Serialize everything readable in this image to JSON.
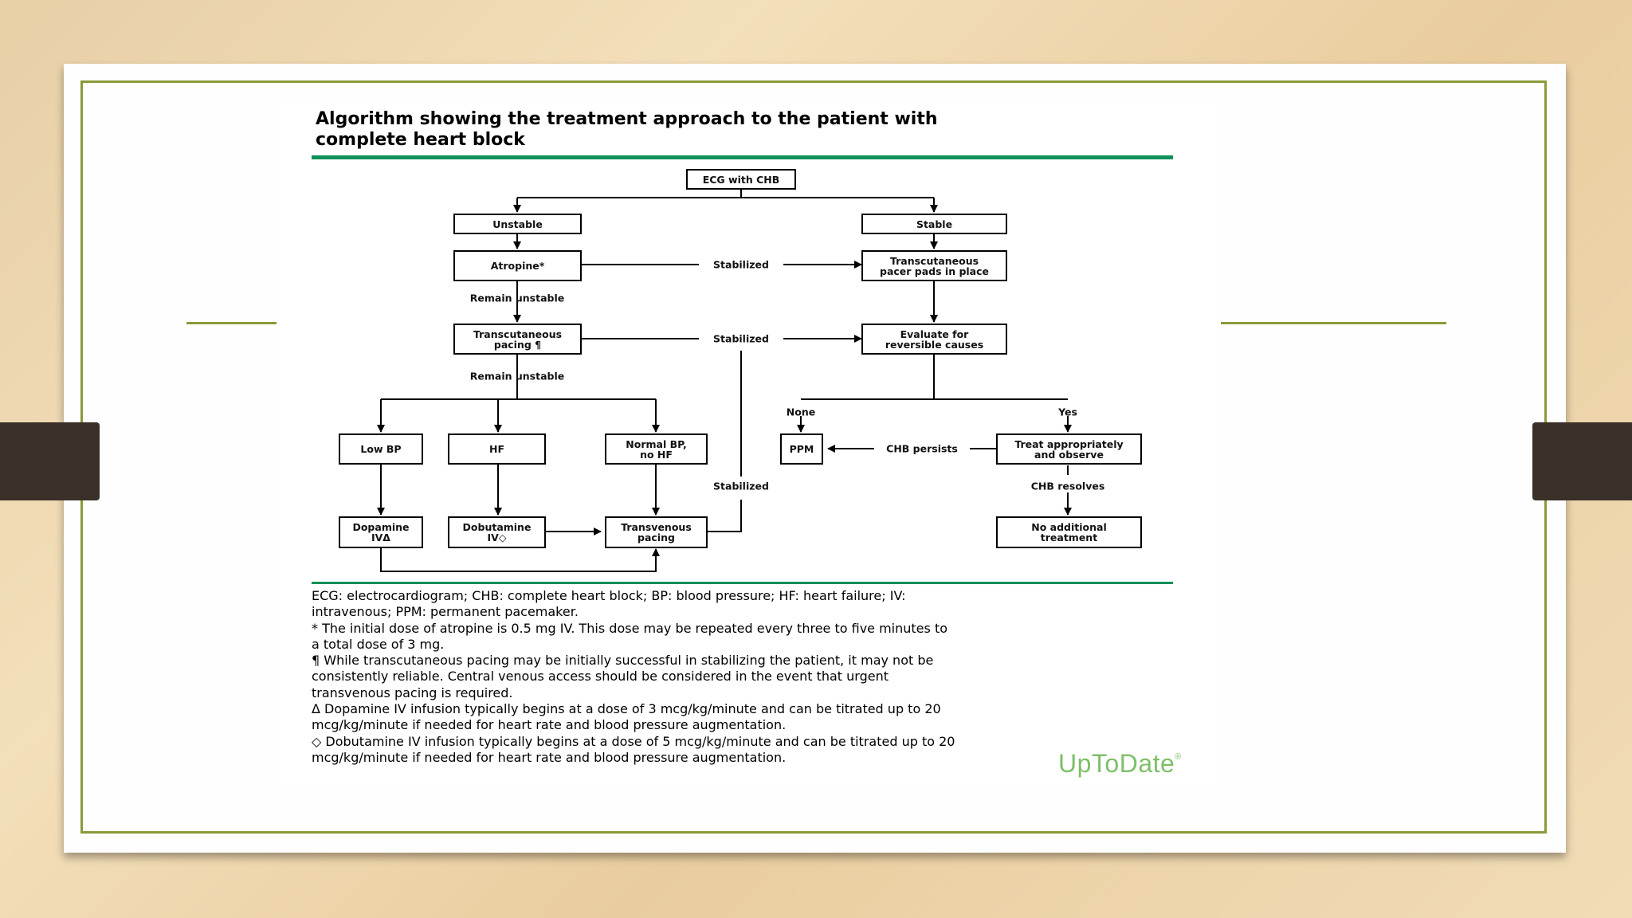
{
  "figure": {
    "title": "Algorithm showing the treatment approach to the patient with\ncomplete heart block",
    "brand": "UpToDate",
    "brand_mark": "®"
  },
  "diagram": {
    "nodes": {
      "ecg": "ECG with CHB",
      "unstable": "Unstable",
      "stable": "Stable",
      "atropine": "Atropine*",
      "pads": "Transcutaneous\npacer pads in place",
      "tc_pacing": "Transcutaneous\npacing ¶",
      "evaluate": "Evaluate for\nreversible causes",
      "low_bp": "Low BP",
      "hf": "HF",
      "normal_bp": "Normal BP,\nno HF",
      "ppm": "PPM",
      "treat": "Treat appropriately\nand observe",
      "dopamine": "Dopamine\nIVΔ",
      "dobutamine": "Dobutamine\nIV◇",
      "tv_pacing": "Transvenous\npacing",
      "no_additional": "No additional\ntreatment"
    },
    "labels": {
      "stabilized_1": "Stabilized",
      "stabilized_2": "Stabilized",
      "stabilized_3": "Stabilized",
      "remain_unstable_1": "Remain unstable",
      "remain_unstable_2": "Remain unstable",
      "none": "None",
      "yes": "Yes",
      "chb_persists": "CHB persists",
      "chb_resolves": "CHB resolves"
    }
  },
  "notes": [
    "ECG: electrocardiogram; CHB: complete heart block; BP: blood pressure; HF: heart failure; IV:",
    "intravenous; PPM: permanent pacemaker.",
    "* The initial dose of atropine is 0.5 mg IV. This dose may be repeated every three to five minutes to",
    "a total dose of 3 mg.",
    "¶ While transcutaneous pacing may be initially successful in stabilizing the patient, it may not be",
    "consistently reliable. Central venous access should be considered in the event that urgent",
    "transvenous pacing is required.",
    "Δ Dopamine IV infusion typically begins at a dose of 3 mcg/kg/minute and can be titrated up to 20",
    "mcg/kg/minute if needed for heart rate and blood pressure augmentation.",
    "◇ Dobutamine IV infusion typically begins at a dose of 5 mcg/kg/minute and can be titrated up to 20",
    "mcg/kg/minute if needed for heart rate and blood pressure augmentation."
  ]
}
